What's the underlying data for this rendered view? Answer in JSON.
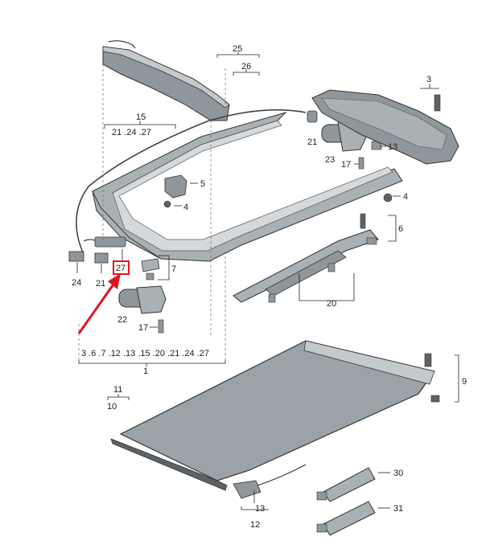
{
  "labels": {
    "p1": "1",
    "p1_list": "3 .6 .7 .12 .13 .15 .20 .21 .24 .27",
    "p3": "3",
    "p4a": "4",
    "p4b": "4",
    "p5": "5",
    "p6": "6",
    "p7": "7",
    "p9": "9",
    "p10": "10",
    "p11": "11",
    "p12": "12",
    "p13a": "13",
    "p13b": "13",
    "p15": "15",
    "p15_list": "21 .24 .27",
    "p17a": "17",
    "p17b": "17",
    "p20": "20",
    "p21a": "21",
    "p21b": "21",
    "p22": "22",
    "p23": "23",
    "p24": "24",
    "p25": "25",
    "p26": "26",
    "p27": "27",
    "p30": "30",
    "p31": "31"
  },
  "highlight": {
    "label": "27",
    "color": "#e0141e"
  },
  "colors": {
    "part_fill": "#8f979c",
    "part_dark": "#5c6266",
    "part_light": "#c4c9cc",
    "glass": "#9ba3a8"
  }
}
